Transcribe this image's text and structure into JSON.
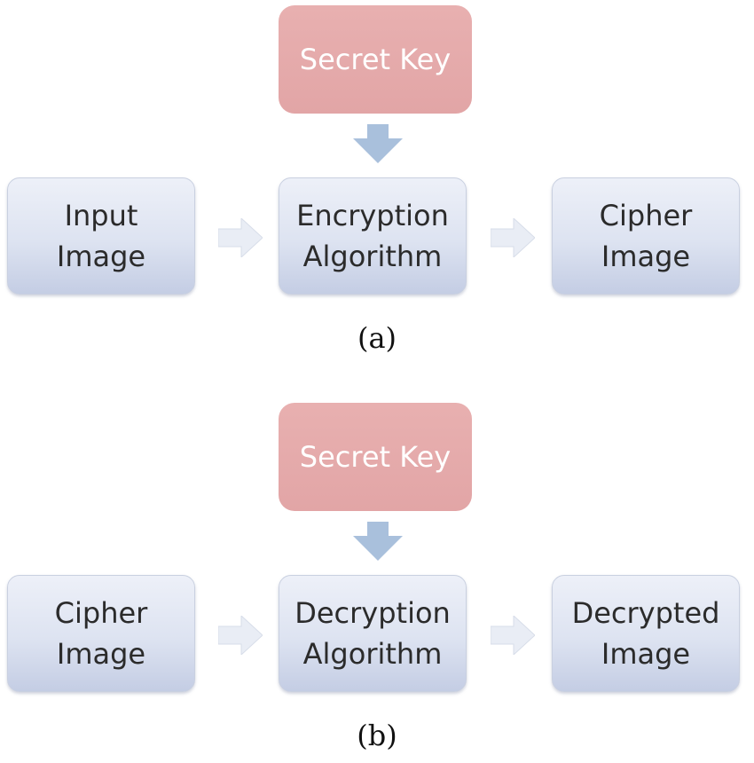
{
  "panels": [
    {
      "key": "Secret Key",
      "boxes": [
        "Input\nImage",
        "Encryption\nAlgorithm",
        "Cipher\nImage"
      ],
      "caption": "(a)"
    },
    {
      "key": "Secret Key",
      "boxes": [
        "Cipher\nImage",
        "Decryption\nAlgorithm",
        "Decrypted\nImage"
      ],
      "caption": "(b)"
    }
  ],
  "colors": {
    "key_fill": "#e6abab",
    "box_fill": "#dde3f1",
    "down_arrow": "#a9c0dc",
    "right_arrow": "#e9edf5"
  }
}
